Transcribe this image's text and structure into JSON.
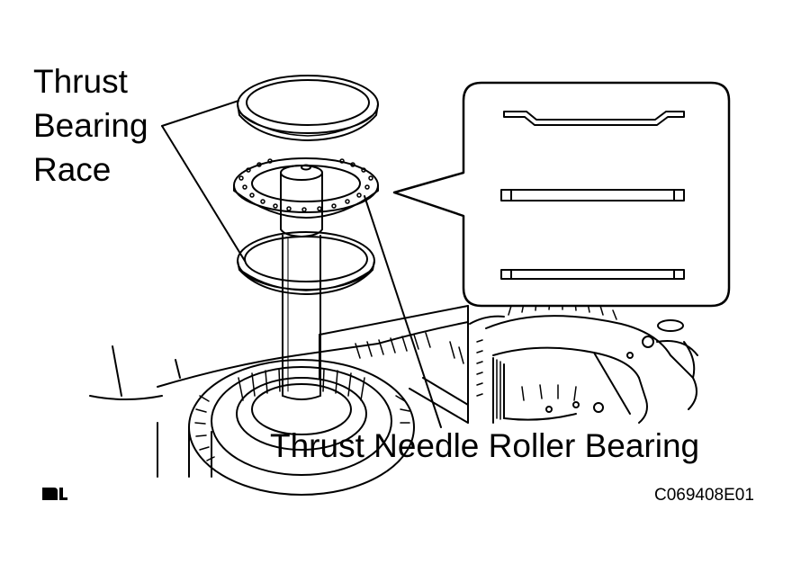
{
  "labels": {
    "race_line1": "Thrust",
    "race_line2": "Bearing",
    "race_line3": "Race",
    "needle_bearing": "Thrust Needle Roller Bearing",
    "figure_code": "C069408E01"
  },
  "icons": {
    "corner_symbol": "page-symbol-icon"
  },
  "colors": {
    "ink": "#000000",
    "paper": "#ffffff"
  }
}
